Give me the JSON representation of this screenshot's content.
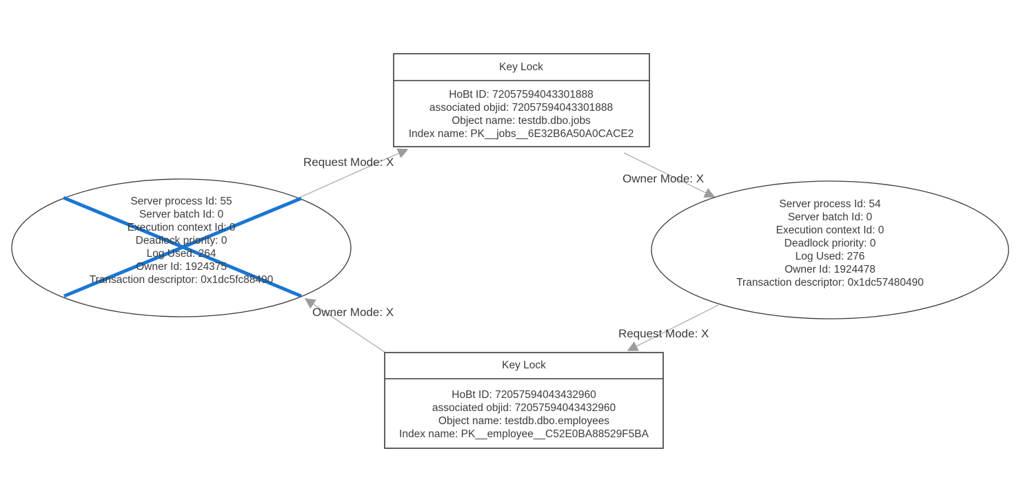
{
  "colors": {
    "background": "#ffffff",
    "node_border": "#383838",
    "text": "#3c3c3c",
    "edge_line": "#b2b2b2",
    "edge_arrow": "#9c9c9c",
    "victim_cross": "#1a76d2"
  },
  "nodes": {
    "lock_jobs": {
      "title": "Key Lock",
      "lines": [
        "HoBt ID: 72057594043301888",
        "associated objid: 72057594043301888",
        "Object name: testdb.dbo.jobs",
        "Index name: PK__jobs__6E32B6A50A0CACE2"
      ]
    },
    "lock_employees": {
      "title": "Key Lock",
      "lines": [
        "HoBt ID: 72057594043432960",
        "associated objid: 72057594043432960",
        "Object name: testdb.dbo.employees",
        "Index name: PK__employee__C52E0BA88529F5BA"
      ]
    },
    "process_victim": {
      "lines": [
        "Server process Id: 55",
        "Server batch Id: 0",
        "Execution context Id: 0",
        "Deadlock priority: 0",
        "Log Used: 264",
        "Owner Id: 1924375",
        "Transaction descriptor: 0x1dc5fc88490"
      ]
    },
    "process_survivor": {
      "lines": [
        "Server process Id: 54",
        "Server batch Id: 0",
        "Execution context Id: 0",
        "Deadlock priority: 0",
        "Log Used: 276",
        "Owner Id: 1924478",
        "Transaction descriptor: 0x1dc57480490"
      ]
    }
  },
  "edges": {
    "victim_requests_jobs": {
      "label": "Request Mode: X"
    },
    "jobs_owned_by_survivor": {
      "label": "Owner Mode: X"
    },
    "employees_owned_by_victim": {
      "label": "Owner Mode: X"
    },
    "survivor_requests_employees": {
      "label": "Request Mode: X"
    }
  }
}
